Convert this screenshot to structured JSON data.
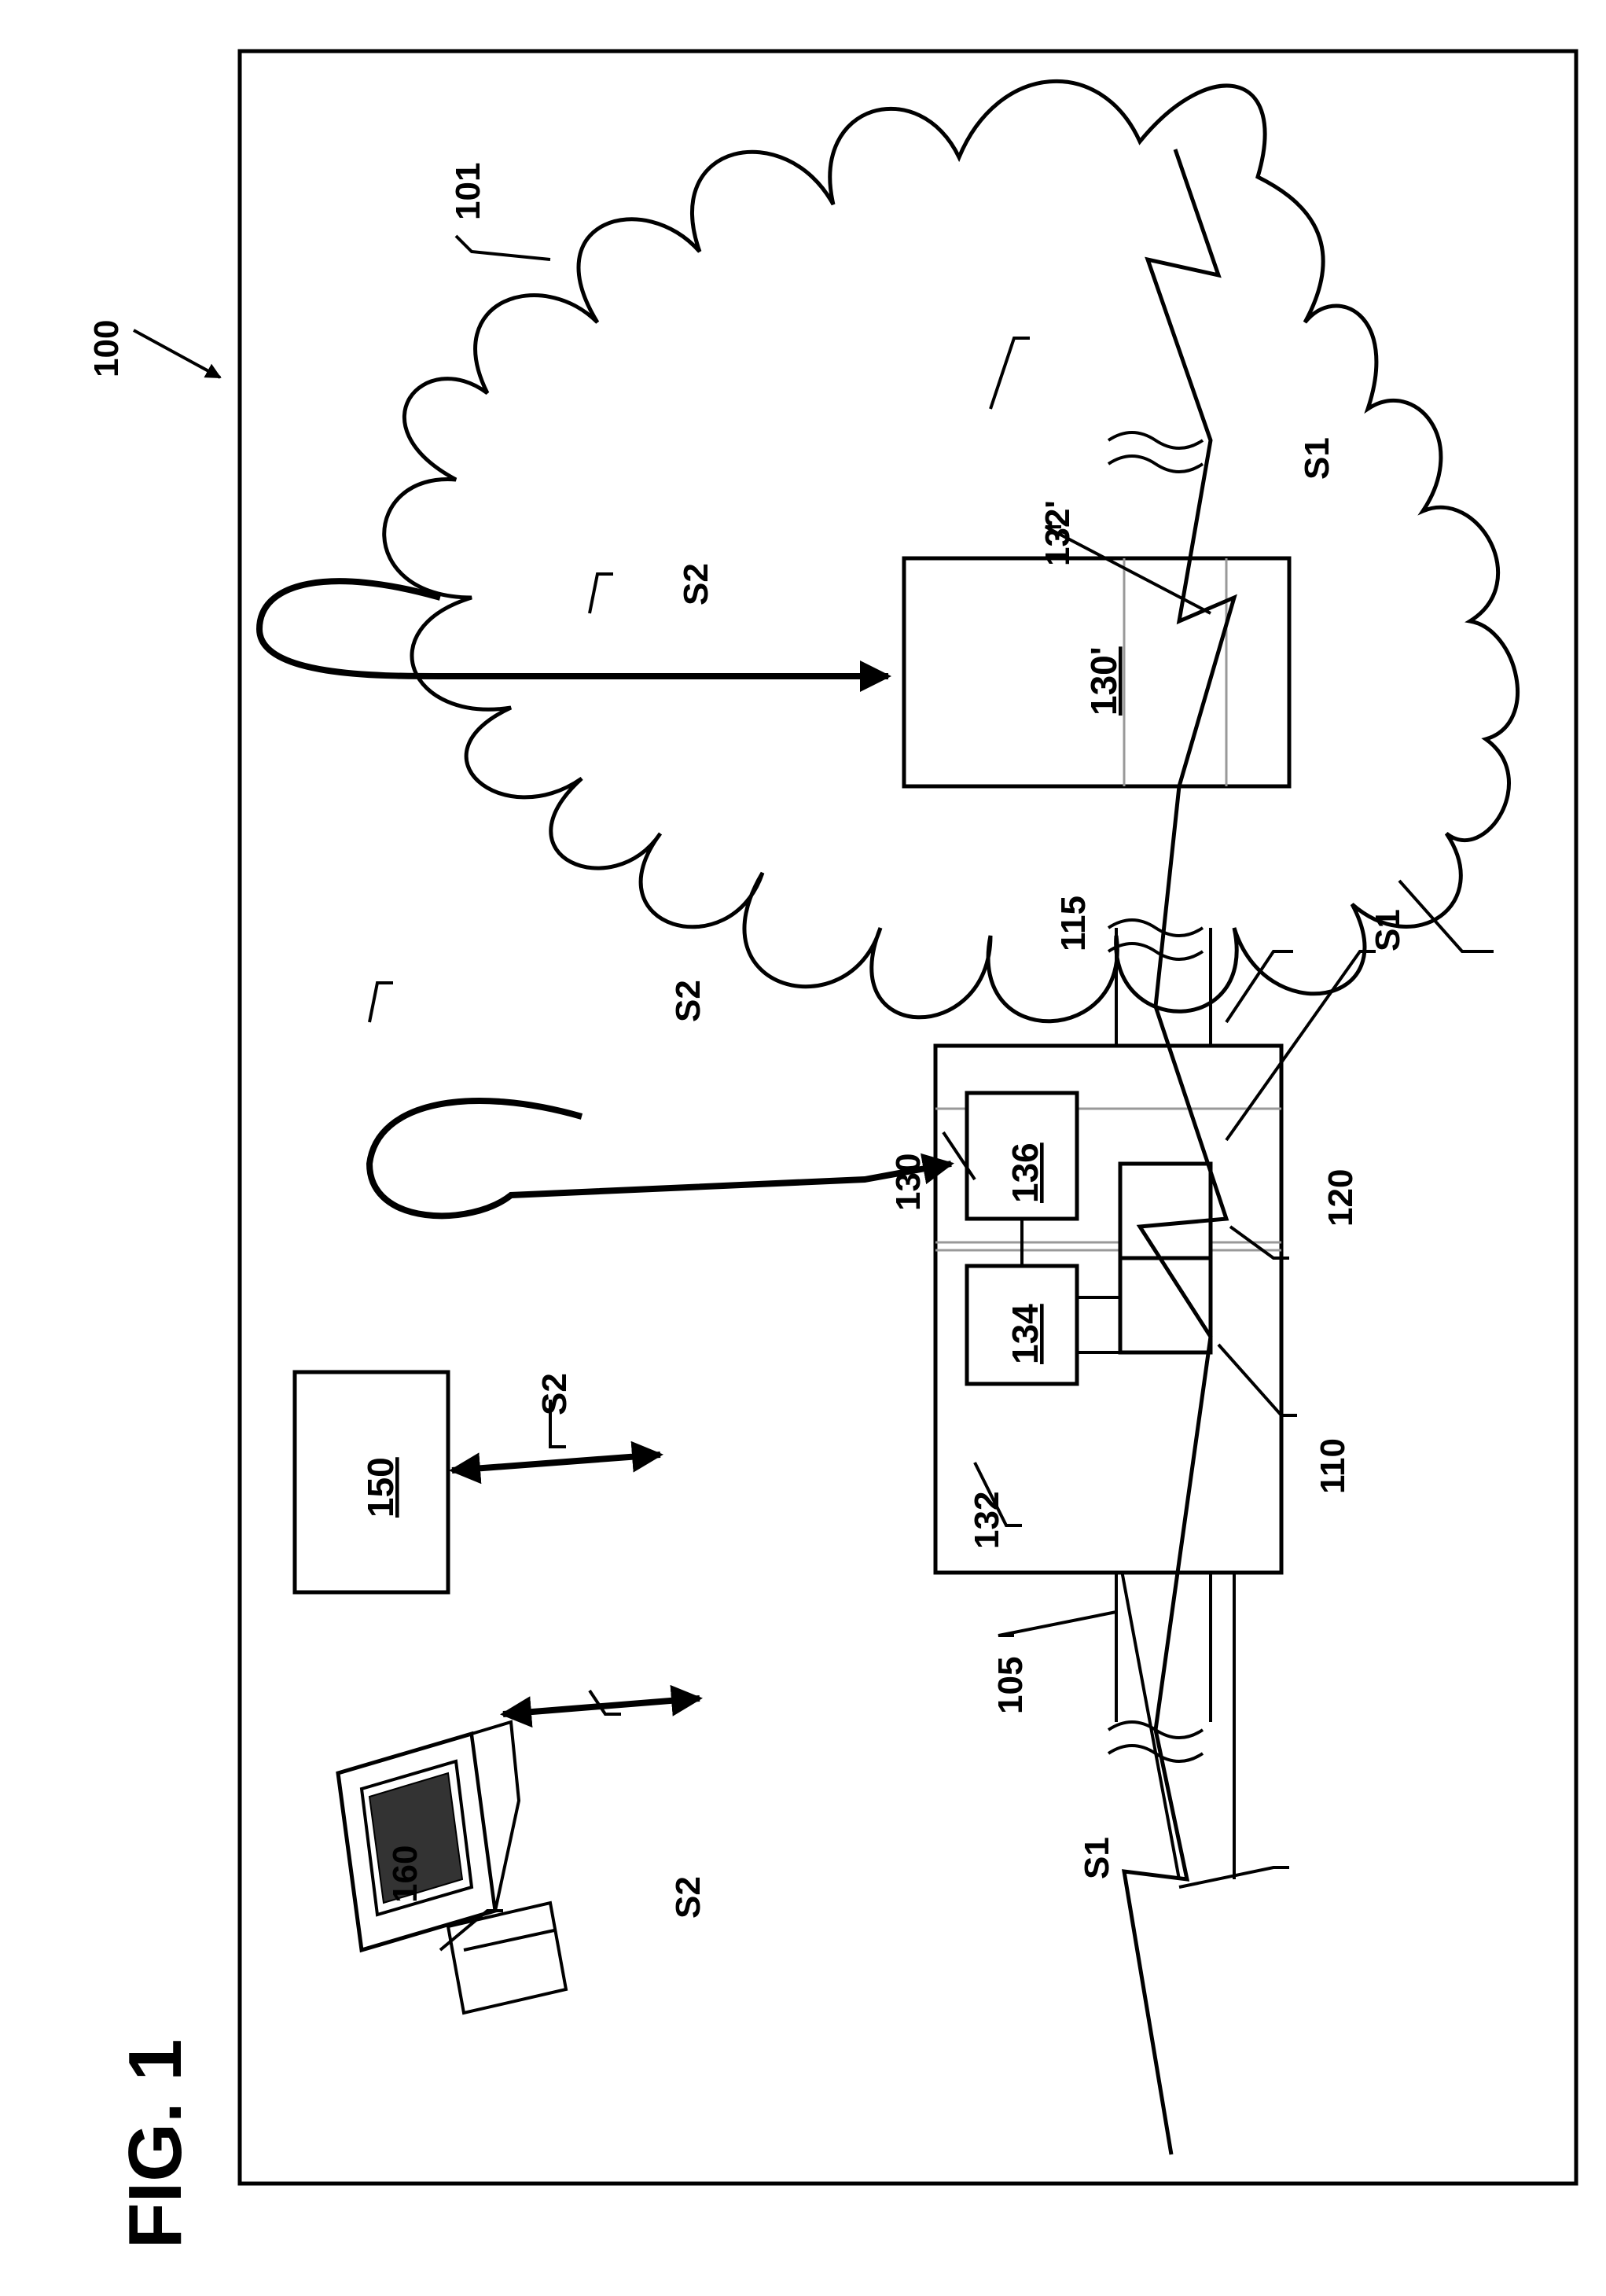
{
  "figure": {
    "title": "FIG. 1",
    "colors": {
      "line": "#000000",
      "background": "#ffffff",
      "bus": "#999999"
    }
  },
  "labels": {
    "system": "100",
    "cloud": "101",
    "bus_in": "105",
    "junction_left": "110",
    "bus_out": "115",
    "junction_right": "120",
    "node_a": "130",
    "node_a_bus": "132",
    "node_a_module_1": "134",
    "node_a_module_2": "136",
    "node_b": "130'",
    "node_b_bus": "132'",
    "server": "150",
    "terminal": "160",
    "signal_1": "S1",
    "signal_2": "S2"
  },
  "icons": {
    "terminal": "desktop-computer-icon",
    "signal_1": "lightning-bolt-icon",
    "signal_2": "double-arrow-icon"
  }
}
